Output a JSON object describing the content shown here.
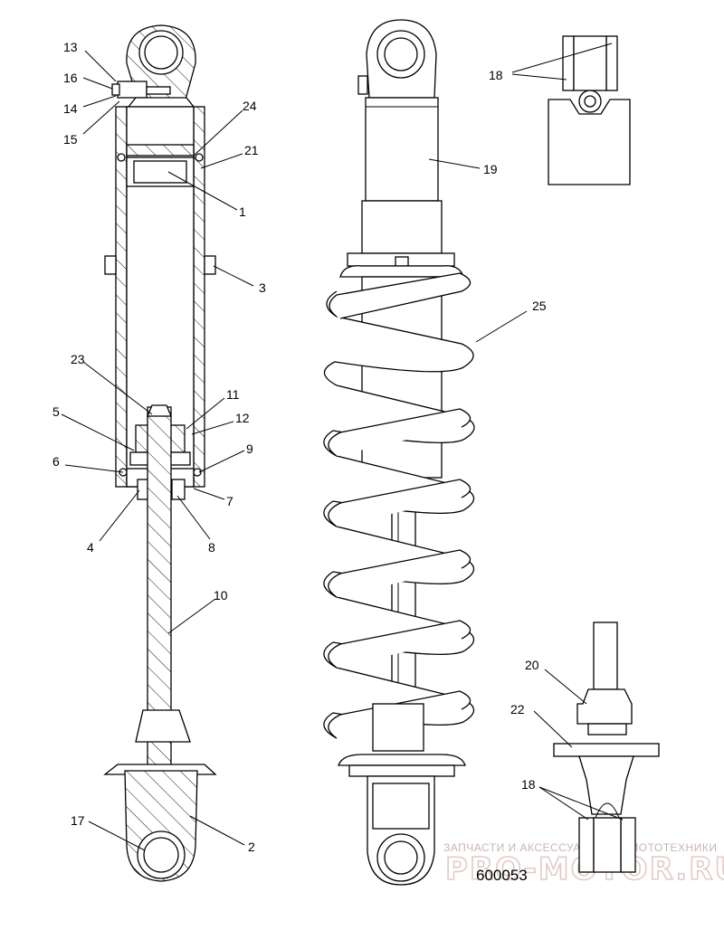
{
  "figure_id": "600053",
  "watermark": {
    "line1": "ЗАПЧАСТИ И АКСЕССУАРЫ ДЛЯ МОТОТЕХНИКИ",
    "line2": "PRO-MOTOR.RU"
  },
  "callouts": [
    {
      "id": "c13",
      "label": "13"
    },
    {
      "id": "c16",
      "label": "16"
    },
    {
      "id": "c14",
      "label": "14"
    },
    {
      "id": "c15",
      "label": "15"
    },
    {
      "id": "c24",
      "label": "24"
    },
    {
      "id": "c21",
      "label": "21"
    },
    {
      "id": "c1",
      "label": "1"
    },
    {
      "id": "c3",
      "label": "3"
    },
    {
      "id": "c23",
      "label": "23"
    },
    {
      "id": "c11",
      "label": "11"
    },
    {
      "id": "c5",
      "label": "5"
    },
    {
      "id": "c12",
      "label": "12"
    },
    {
      "id": "c6",
      "label": "6"
    },
    {
      "id": "c9",
      "label": "9"
    },
    {
      "id": "c7",
      "label": "7"
    },
    {
      "id": "c4",
      "label": "4"
    },
    {
      "id": "c8",
      "label": "8"
    },
    {
      "id": "c10",
      "label": "10"
    },
    {
      "id": "c17",
      "label": "17"
    },
    {
      "id": "c2",
      "label": "2"
    },
    {
      "id": "c19",
      "label": "19"
    },
    {
      "id": "c25",
      "label": "25"
    },
    {
      "id": "c18a",
      "label": "18"
    },
    {
      "id": "c20",
      "label": "20"
    },
    {
      "id": "c22",
      "label": "22"
    },
    {
      "id": "c18b",
      "label": "18"
    }
  ]
}
